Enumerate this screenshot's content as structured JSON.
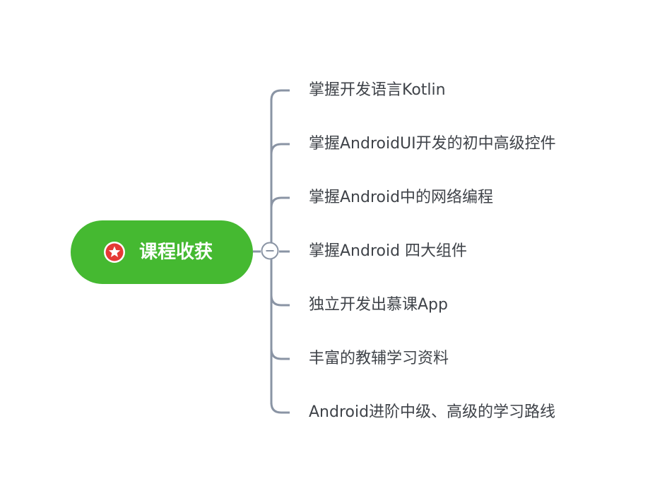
{
  "root": {
    "label": "课程收获",
    "icon": "star-badge-icon",
    "color": "#45b931",
    "icon_color": "#e53935"
  },
  "toggle": {
    "icon": "collapse-minus-icon"
  },
  "connector_color": "#8a94a4",
  "branches": [
    {
      "label": "掌握开发语言Kotlin"
    },
    {
      "label": "掌握AndroidUI开发的初中高级控件"
    },
    {
      "label": "掌握Android中的网络编程"
    },
    {
      "label": "掌握Android 四大组件"
    },
    {
      "label": "独立开发出慕课App"
    },
    {
      "label": "丰富的教辅学习资料"
    },
    {
      "label": "Android进阶中级、高级的学习路线"
    }
  ]
}
